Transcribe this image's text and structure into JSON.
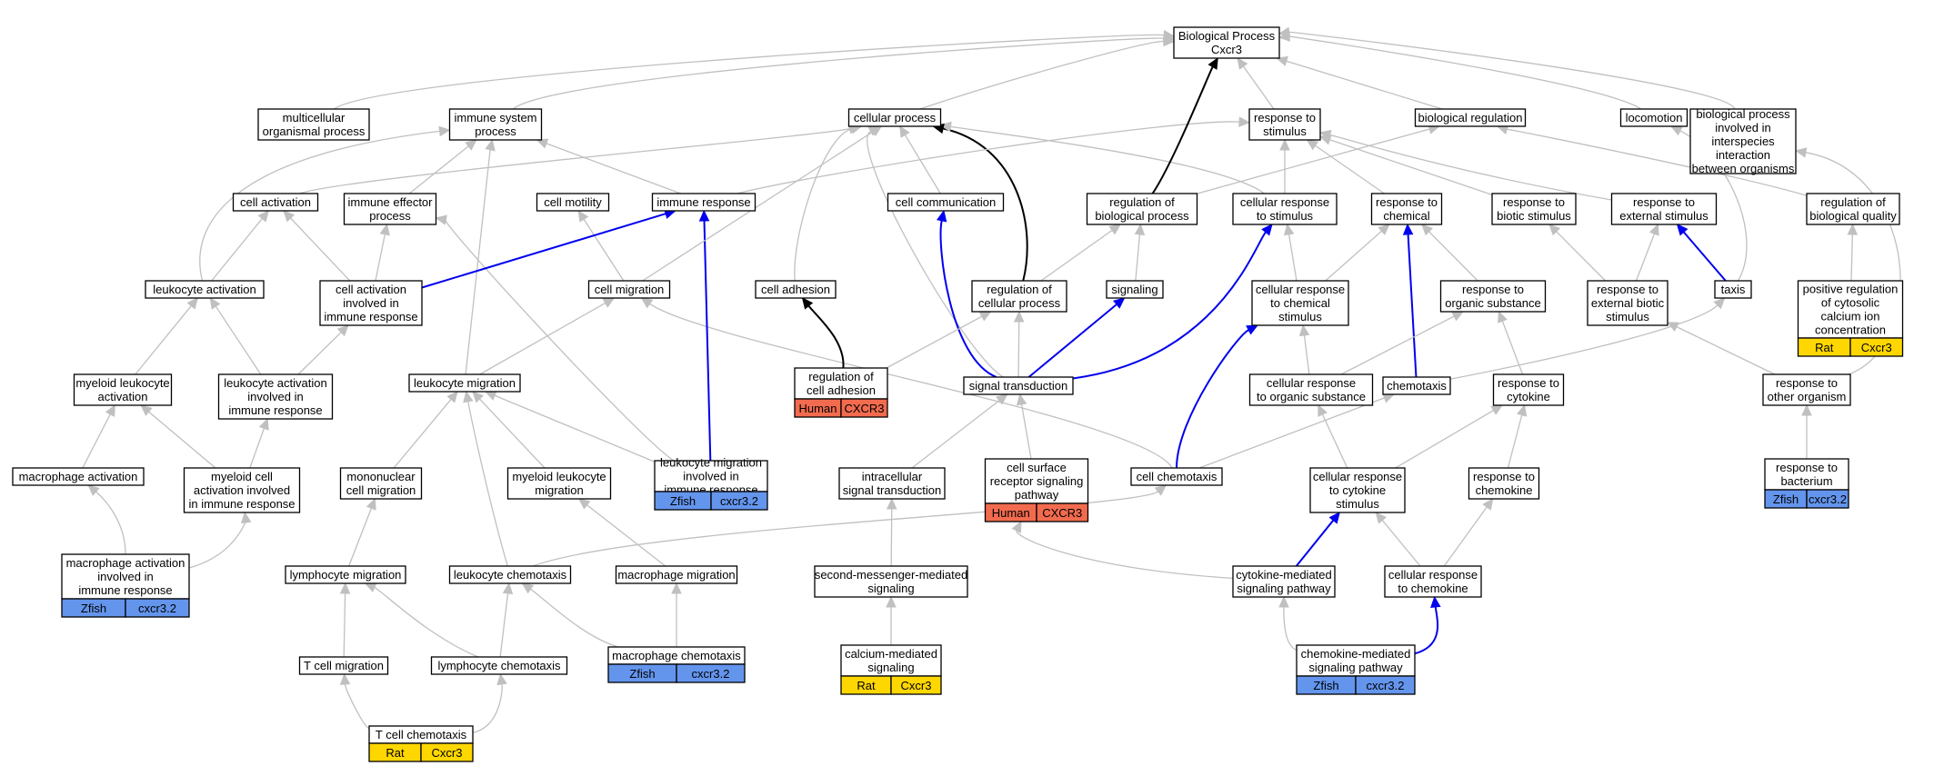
{
  "colors": {
    "human": "#f26b4f",
    "rat": "#ffd700",
    "zfish": "#6495ed",
    "edge_gray": "#c0c0c0",
    "edge_black": "#000000",
    "edge_blue": "#0000ee"
  },
  "nodes": [
    {
      "id": "bp",
      "label": [
        "Biological Process",
        "Cxcr3"
      ]
    },
    {
      "id": "mop",
      "label": [
        "multicellular",
        "organismal process"
      ]
    },
    {
      "id": "isp",
      "label": [
        "immune system",
        "process"
      ]
    },
    {
      "id": "cp",
      "label": [
        "cellular process"
      ]
    },
    {
      "id": "rts",
      "label": [
        "response to",
        "stimulus"
      ]
    },
    {
      "id": "breg",
      "label": [
        "biological regulation"
      ]
    },
    {
      "id": "loco",
      "label": [
        "locomotion"
      ]
    },
    {
      "id": "bpii",
      "label": [
        "biological process",
        "involved in",
        "interspecies",
        "interaction",
        "between organisms"
      ]
    },
    {
      "id": "ca",
      "label": [
        "cell activation"
      ]
    },
    {
      "id": "iep",
      "label": [
        "immune effector",
        "process"
      ]
    },
    {
      "id": "cmot",
      "label": [
        "cell motility"
      ]
    },
    {
      "id": "ir",
      "label": [
        "immune response"
      ]
    },
    {
      "id": "ccom",
      "label": [
        "cell communication"
      ]
    },
    {
      "id": "rbp",
      "label": [
        "regulation of",
        "biological process"
      ]
    },
    {
      "id": "crs",
      "label": [
        "cellular response",
        "to stimulus"
      ]
    },
    {
      "id": "rtc",
      "label": [
        "response to",
        "chemical"
      ]
    },
    {
      "id": "rtbs",
      "label": [
        "response to",
        "biotic stimulus"
      ]
    },
    {
      "id": "rtes",
      "label": [
        "response to",
        "external stimulus"
      ]
    },
    {
      "id": "rbq",
      "label": [
        "regulation of",
        "biological quality"
      ]
    },
    {
      "id": "la",
      "label": [
        "leukocyte activation"
      ]
    },
    {
      "id": "cair",
      "label": [
        "cell activation",
        "involved in",
        "immune response"
      ]
    },
    {
      "id": "cmig",
      "label": [
        "cell migration"
      ]
    },
    {
      "id": "cadh",
      "label": [
        "cell adhesion"
      ]
    },
    {
      "id": "rcp",
      "label": [
        "regulation of",
        "cellular process"
      ]
    },
    {
      "id": "sig",
      "label": [
        "signaling"
      ]
    },
    {
      "id": "crcs",
      "label": [
        "cellular response",
        "to chemical",
        "stimulus"
      ]
    },
    {
      "id": "rtos",
      "label": [
        "response to",
        "organic substance"
      ]
    },
    {
      "id": "rtebs",
      "label": [
        "response to",
        "external biotic",
        "stimulus"
      ]
    },
    {
      "id": "taxis",
      "label": [
        "taxis"
      ]
    },
    {
      "id": "prc",
      "label": [
        "positive regulation",
        "of cytosolic",
        "calcium ion",
        "concentration"
      ],
      "species": [
        "Rat",
        "Cxcr3"
      ],
      "kind": "rat"
    },
    {
      "id": "mla",
      "label": [
        "myeloid leukocyte",
        "activation"
      ]
    },
    {
      "id": "lair",
      "label": [
        "leukocyte activation",
        "involved in",
        "immune response"
      ]
    },
    {
      "id": "lmig",
      "label": [
        "leukocyte migration"
      ]
    },
    {
      "id": "rca",
      "label": [
        "regulation of",
        "cell adhesion"
      ],
      "species": [
        "Human",
        "CXCR3"
      ],
      "kind": "human"
    },
    {
      "id": "st",
      "label": [
        "signal transduction"
      ]
    },
    {
      "id": "crtos",
      "label": [
        "cellular response",
        "to organic substance"
      ]
    },
    {
      "id": "chemo",
      "label": [
        "chemotaxis"
      ]
    },
    {
      "id": "rtcy",
      "label": [
        "response to",
        "cytokine"
      ]
    },
    {
      "id": "rtoo",
      "label": [
        "response to",
        "other organism"
      ]
    },
    {
      "id": "macact",
      "label": [
        "macrophage activation"
      ]
    },
    {
      "id": "mcair",
      "label": [
        "myeloid cell",
        "activation involved",
        "in immune response"
      ]
    },
    {
      "id": "mcm",
      "label": [
        "mononuclear",
        "cell migration"
      ]
    },
    {
      "id": "mlm",
      "label": [
        "myeloid leukocyte",
        "migration"
      ]
    },
    {
      "id": "lmir",
      "label": [
        "leukocyte migration",
        "involved in",
        "immune response"
      ],
      "species": [
        "Zfish",
        "cxcr3.2"
      ],
      "kind": "zfish"
    },
    {
      "id": "ist",
      "label": [
        "intracellular",
        "signal transduction"
      ]
    },
    {
      "id": "csrsp",
      "label": [
        "cell surface",
        "receptor signaling",
        "pathway"
      ],
      "species": [
        "Human",
        "CXCR3"
      ],
      "kind": "human"
    },
    {
      "id": "cchemo",
      "label": [
        "cell chemotaxis"
      ]
    },
    {
      "id": "crtcs",
      "label": [
        "cellular response",
        "to cytokine",
        "stimulus"
      ]
    },
    {
      "id": "rtchk",
      "label": [
        "response to",
        "chemokine"
      ]
    },
    {
      "id": "rtbac",
      "label": [
        "response to",
        "bacterium"
      ],
      "species": [
        "Zfish",
        "cxcr3.2"
      ],
      "kind": "zfish"
    },
    {
      "id": "maair",
      "label": [
        "macrophage activation",
        "involved in",
        "immune response"
      ],
      "species": [
        "Zfish",
        "cxcr3.2"
      ],
      "kind": "zfish"
    },
    {
      "id": "lymig",
      "label": [
        "lymphocyte migration"
      ]
    },
    {
      "id": "lchemo",
      "label": [
        "leukocyte chemotaxis"
      ]
    },
    {
      "id": "macmig",
      "label": [
        "macrophage migration"
      ]
    },
    {
      "id": "smms",
      "label": [
        "second-messenger-mediated",
        "signaling"
      ]
    },
    {
      "id": "cmsp",
      "label": [
        "cytokine-mediated",
        "signaling pathway"
      ]
    },
    {
      "id": "crtchk",
      "label": [
        "cellular response",
        "to chemokine"
      ]
    },
    {
      "id": "tcm",
      "label": [
        "T cell migration"
      ]
    },
    {
      "id": "lych",
      "label": [
        "lymphocyte chemotaxis"
      ]
    },
    {
      "id": "macch",
      "label": [
        "macrophage chemotaxis"
      ],
      "species": [
        "Zfish",
        "cxcr3.2"
      ],
      "kind": "zfish"
    },
    {
      "id": "cams",
      "label": [
        "calcium-mediated",
        "signaling"
      ],
      "species": [
        "Rat",
        "Cxcr3"
      ],
      "kind": "rat"
    },
    {
      "id": "chmsp",
      "label": [
        "chemokine-mediated",
        "signaling pathway"
      ],
      "species": [
        "Zfish",
        "cxcr3.2"
      ],
      "kind": "zfish"
    },
    {
      "id": "tcch",
      "label": [
        "T cell chemotaxis"
      ],
      "species": [
        "Rat",
        "Cxcr3"
      ],
      "kind": "rat"
    }
  ],
  "edges": [
    {
      "from": "mop",
      "to": "bp",
      "color": "gray"
    },
    {
      "from": "isp",
      "to": "bp",
      "color": "gray"
    },
    {
      "from": "cp",
      "to": "bp",
      "color": "gray"
    },
    {
      "from": "rts",
      "to": "bp",
      "color": "gray"
    },
    {
      "from": "breg",
      "to": "bp",
      "color": "gray"
    },
    {
      "from": "loco",
      "to": "bp",
      "color": "gray"
    },
    {
      "from": "bpii",
      "to": "bp",
      "color": "gray"
    },
    {
      "from": "rbp",
      "to": "bp",
      "color": "black"
    },
    {
      "from": "ca",
      "to": "cp",
      "color": "gray"
    },
    {
      "from": "iep",
      "to": "isp",
      "color": "gray"
    },
    {
      "from": "ir",
      "to": "isp",
      "color": "gray"
    },
    {
      "from": "ccom",
      "to": "cp",
      "color": "gray"
    },
    {
      "from": "ir",
      "to": "rts",
      "color": "gray"
    },
    {
      "from": "rbp",
      "to": "breg",
      "color": "gray"
    },
    {
      "from": "crs",
      "to": "cp",
      "color": "gray"
    },
    {
      "from": "crs",
      "to": "rts",
      "color": "gray"
    },
    {
      "from": "rtc",
      "to": "rts",
      "color": "gray"
    },
    {
      "from": "rtbs",
      "to": "rts",
      "color": "gray"
    },
    {
      "from": "rtes",
      "to": "rts",
      "color": "gray"
    },
    {
      "from": "rbq",
      "to": "breg",
      "color": "gray"
    },
    {
      "from": "la",
      "to": "ca",
      "color": "gray"
    },
    {
      "from": "la",
      "to": "isp",
      "color": "gray"
    },
    {
      "from": "cair",
      "to": "ca",
      "color": "gray"
    },
    {
      "from": "cair",
      "to": "iep",
      "color": "gray"
    },
    {
      "from": "cair",
      "to": "ir",
      "color": "blue"
    },
    {
      "from": "cmig",
      "to": "cmot",
      "color": "gray"
    },
    {
      "from": "cmig",
      "to": "cp",
      "color": "gray"
    },
    {
      "from": "cadh",
      "to": "cp",
      "color": "gray"
    },
    {
      "from": "rcp",
      "to": "cp",
      "color": "black"
    },
    {
      "from": "rcp",
      "to": "rbp",
      "color": "gray"
    },
    {
      "from": "sig",
      "to": "rbp",
      "color": "gray"
    },
    {
      "from": "crcs",
      "to": "crs",
      "color": "gray"
    },
    {
      "from": "crcs",
      "to": "rtc",
      "color": "gray"
    },
    {
      "from": "rtos",
      "to": "rtc",
      "color": "gray"
    },
    {
      "from": "rtebs",
      "to": "rtbs",
      "color": "gray"
    },
    {
      "from": "rtebs",
      "to": "rtes",
      "color": "gray"
    },
    {
      "from": "taxis",
      "to": "rtes",
      "color": "blue"
    },
    {
      "from": "taxis",
      "to": "loco",
      "color": "gray"
    },
    {
      "from": "prc",
      "to": "rbq",
      "color": "gray"
    },
    {
      "from": "mla",
      "to": "la",
      "color": "gray"
    },
    {
      "from": "lair",
      "to": "la",
      "color": "gray"
    },
    {
      "from": "lair",
      "to": "cair",
      "color": "gray"
    },
    {
      "from": "lmig",
      "to": "cmig",
      "color": "gray"
    },
    {
      "from": "lmig",
      "to": "isp",
      "color": "gray"
    },
    {
      "from": "rca",
      "to": "cadh",
      "color": "black"
    },
    {
      "from": "rca",
      "to": "rcp",
      "color": "gray"
    },
    {
      "from": "st",
      "to": "ccom",
      "color": "blue"
    },
    {
      "from": "st",
      "to": "sig",
      "color": "blue"
    },
    {
      "from": "st",
      "to": "rcp",
      "color": "gray"
    },
    {
      "from": "st",
      "to": "crs",
      "color": "blue"
    },
    {
      "from": "st",
      "to": "cp",
      "color": "gray"
    },
    {
      "from": "crtos",
      "to": "crcs",
      "color": "gray"
    },
    {
      "from": "crtos",
      "to": "rtos",
      "color": "gray"
    },
    {
      "from": "chemo",
      "to": "rtc",
      "color": "blue"
    },
    {
      "from": "chemo",
      "to": "taxis",
      "color": "gray"
    },
    {
      "from": "rtcy",
      "to": "rtos",
      "color": "gray"
    },
    {
      "from": "rtoo",
      "to": "rtebs",
      "color": "gray"
    },
    {
      "from": "rtoo",
      "to": "bpii",
      "color": "gray"
    },
    {
      "from": "macact",
      "to": "mla",
      "color": "gray"
    },
    {
      "from": "mcair",
      "to": "mla",
      "color": "gray"
    },
    {
      "from": "mcair",
      "to": "lair",
      "color": "gray"
    },
    {
      "from": "mcm",
      "to": "lmig",
      "color": "gray"
    },
    {
      "from": "mlm",
      "to": "lmig",
      "color": "gray"
    },
    {
      "from": "lmir",
      "to": "lmig",
      "color": "gray"
    },
    {
      "from": "lmir",
      "to": "ir",
      "color": "blue"
    },
    {
      "from": "lmir",
      "to": "iep",
      "color": "gray"
    },
    {
      "from": "ist",
      "to": "st",
      "color": "gray"
    },
    {
      "from": "csrsp",
      "to": "st",
      "color": "gray"
    },
    {
      "from": "cchemo",
      "to": "cmig",
      "color": "gray"
    },
    {
      "from": "cchemo",
      "to": "chemo",
      "color": "gray"
    },
    {
      "from": "cchemo",
      "to": "crcs",
      "color": "blue"
    },
    {
      "from": "crtcs",
      "to": "crtos",
      "color": "gray"
    },
    {
      "from": "crtcs",
      "to": "rtcy",
      "color": "gray"
    },
    {
      "from": "rtchk",
      "to": "rtcy",
      "color": "gray"
    },
    {
      "from": "rtbac",
      "to": "rtoo",
      "color": "gray"
    },
    {
      "from": "maair",
      "to": "macact",
      "color": "gray"
    },
    {
      "from": "maair",
      "to": "mcair",
      "color": "gray"
    },
    {
      "from": "lymig",
      "to": "mcm",
      "color": "gray"
    },
    {
      "from": "lchemo",
      "to": "lmig",
      "color": "gray"
    },
    {
      "from": "lchemo",
      "to": "cchemo",
      "color": "gray"
    },
    {
      "from": "macmig",
      "to": "mlm",
      "color": "gray"
    },
    {
      "from": "smms",
      "to": "ist",
      "color": "gray"
    },
    {
      "from": "cmsp",
      "to": "crtcs",
      "color": "blue"
    },
    {
      "from": "cmsp",
      "to": "csrsp",
      "color": "gray"
    },
    {
      "from": "crtchk",
      "to": "crtcs",
      "color": "gray"
    },
    {
      "from": "crtchk",
      "to": "rtchk",
      "color": "gray"
    },
    {
      "from": "tcm",
      "to": "lymig",
      "color": "gray"
    },
    {
      "from": "lych",
      "to": "lymig",
      "color": "gray"
    },
    {
      "from": "lych",
      "to": "lchemo",
      "color": "gray"
    },
    {
      "from": "macch",
      "to": "macmig",
      "color": "gray"
    },
    {
      "from": "macch",
      "to": "lchemo",
      "color": "gray"
    },
    {
      "from": "cams",
      "to": "smms",
      "color": "gray"
    },
    {
      "from": "chmsp",
      "to": "cmsp",
      "color": "gray"
    },
    {
      "from": "chmsp",
      "to": "crtchk",
      "color": "blue"
    },
    {
      "from": "tcch",
      "to": "tcm",
      "color": "gray"
    },
    {
      "from": "tcch",
      "to": "lych",
      "color": "gray"
    }
  ]
}
